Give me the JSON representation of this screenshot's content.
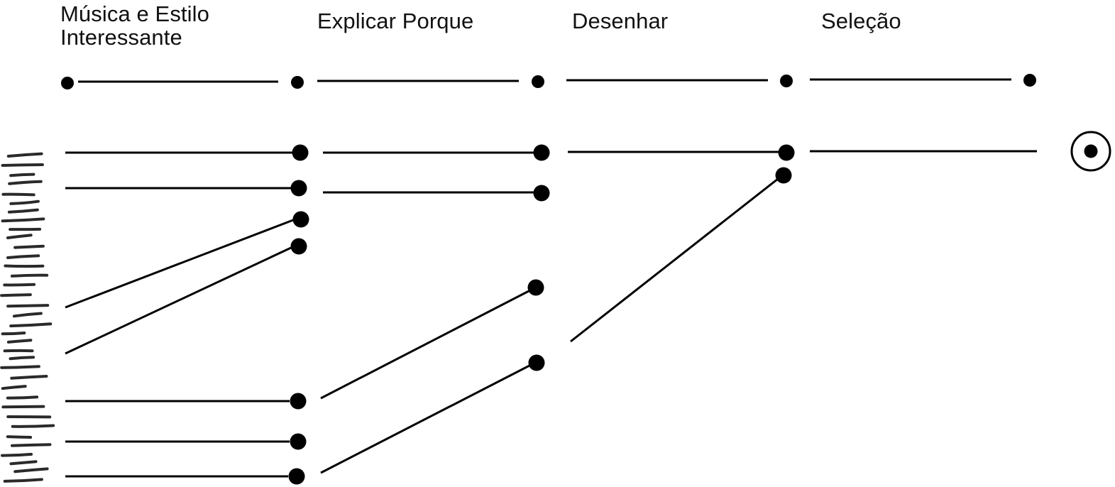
{
  "stages": [
    {
      "id": "musica",
      "lines": [
        "Música e Estilo",
        "Interessante"
      ]
    },
    {
      "id": "explicar",
      "lines": [
        "Explicar Porque"
      ]
    },
    {
      "id": "desenhar",
      "lines": [
        "Desenhar"
      ]
    },
    {
      "id": "selecao",
      "lines": [
        "Seleção"
      ]
    }
  ],
  "diagram": {
    "node_color": "#000000",
    "edge_color": "#000000",
    "tick_color": "#2a2a2a",
    "final_marker_icon": "target-circle-icon",
    "candidate_marks_icon": "handwritten-tally-marks"
  }
}
